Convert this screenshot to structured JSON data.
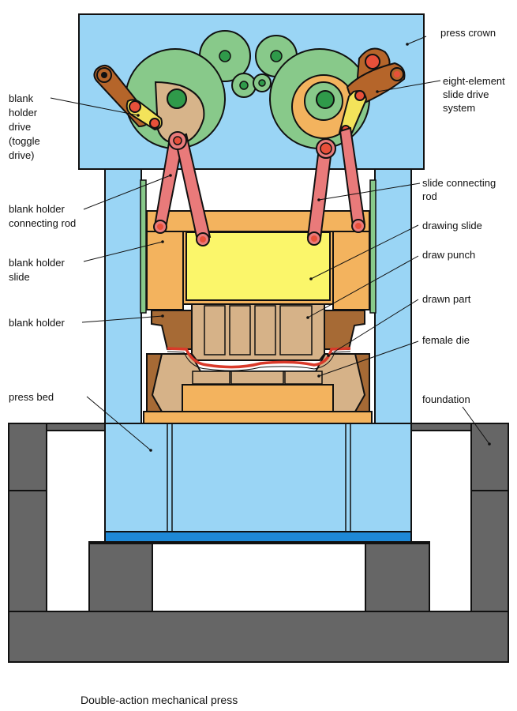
{
  "caption": "Double-action mechanical press",
  "labels": {
    "press_crown": "press crown",
    "eight_element": [
      "eight-element",
      "slide drive",
      "system"
    ],
    "blank_holder_drive": [
      "blank",
      "holder",
      "drive",
      "(toggle",
      "drive)"
    ],
    "slide_connecting_rod": [
      "slide connecting",
      "rod"
    ],
    "blank_holder_connecting_rod": [
      "blank holder",
      "connecting rod"
    ],
    "drawing_slide": "drawing slide",
    "blank_holder_slide": [
      "blank holder",
      "slide"
    ],
    "draw_punch": "draw punch",
    "drawn_part": "drawn part",
    "blank_holder": "blank holder",
    "female_die": "female die",
    "press_bed": "press bed",
    "foundation": "foundation"
  },
  "colors": {
    "frame_blue": "#9ad5f5",
    "bed_strip_blue": "#1e88d6",
    "gear_green": "#88c98a",
    "gear_dark_green": "#2f9a4a",
    "drive_brown": "#b5652a",
    "drive_tan": "#d7b48a",
    "link_yellow": "#f3e35a",
    "rod_pink": "#e97a7a",
    "pin_red": "#e8503a",
    "slide_orange": "#f3b35e",
    "drawing_slide_yellow": "#fbf66a",
    "punch_tan": "#d6b288",
    "holder_brown": "#a66a35",
    "part_red": "#d93a2a",
    "foundation_gray": "#666666"
  }
}
